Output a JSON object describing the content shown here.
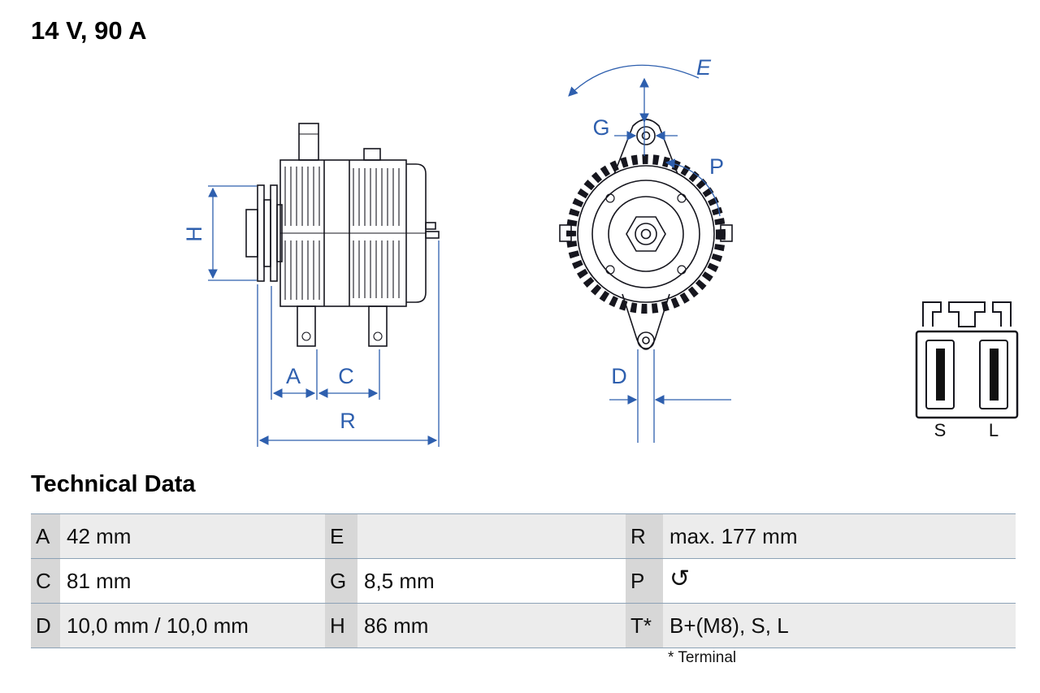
{
  "header": {
    "title": "14 V, 90 A"
  },
  "drawing": {
    "dimension_labels": {
      "H": "H",
      "A": "A",
      "C": "C",
      "R": "R",
      "E": "E",
      "G": "G",
      "P": "P",
      "D": "D"
    },
    "connector": {
      "terminal_s": "S",
      "terminal_l": "L"
    },
    "colors": {
      "dimension_blue": "#2e5fae",
      "line_dark": "#16161e"
    }
  },
  "technical_data": {
    "heading": "Technical Data",
    "rows": [
      {
        "cells": [
          {
            "k": "A",
            "v": "42 mm"
          },
          {
            "k": "E",
            "v": ""
          },
          {
            "k": "R",
            "v": "max. 177 mm"
          }
        ]
      },
      {
        "cells": [
          {
            "k": "C",
            "v": "81 mm"
          },
          {
            "k": "G",
            "v": "8,5 mm"
          },
          {
            "k": "P",
            "v": "",
            "icon": "↺"
          }
        ]
      },
      {
        "cells": [
          {
            "k": "D",
            "v": "10,0 mm / 10,0 mm"
          },
          {
            "k": "H",
            "v": "86 mm"
          },
          {
            "k": "T*",
            "v": "B+(M8), S, L"
          }
        ]
      }
    ],
    "footnote": "* Terminal"
  }
}
